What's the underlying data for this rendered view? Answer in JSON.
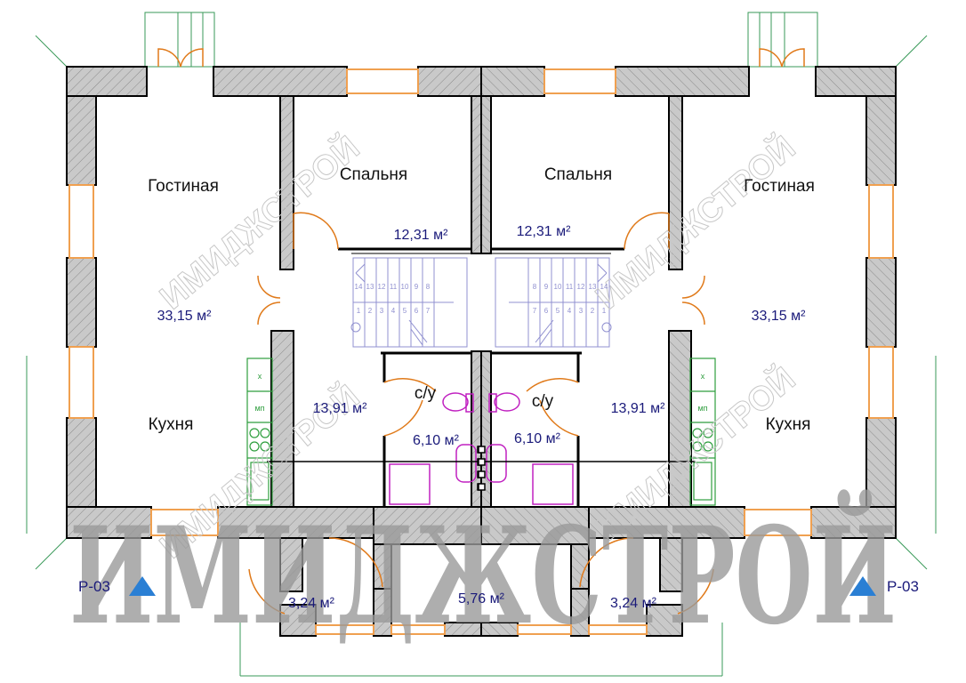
{
  "watermark": "ИМИДЖСТРОЙ",
  "rooms": {
    "left": {
      "living": {
        "name": "Гостиная",
        "area": "33,15 м²"
      },
      "bedroom": {
        "name": "Спальня",
        "area": "12,31 м²"
      },
      "kitchen": {
        "name": "Кухня"
      },
      "hall_area": "13,91 м²",
      "bath": {
        "name": "с/у",
        "area": "6,10 м²"
      },
      "vestibule_area": "3,24 м²",
      "section_mark": "Р-03"
    },
    "right": {
      "living": {
        "name": "Гостиная",
        "area": "33,15 м²"
      },
      "bedroom": {
        "name": "Спальня",
        "area": "12,31 м²"
      },
      "kitchen": {
        "name": "Кухня"
      },
      "hall_area": "13,91 м²",
      "bath": {
        "name": "с/у",
        "area": "6,10 м²"
      },
      "vestibule_area": "3,24 м²",
      "section_mark": "Р-03"
    },
    "porch_area": "5,76 м²"
  },
  "stairs": {
    "steps": [
      "1",
      "2",
      "3",
      "4",
      "5",
      "6",
      "7",
      "8",
      "9",
      "10",
      "11",
      "12",
      "13",
      "14"
    ]
  },
  "kitchen_labels": {
    "sink": "х",
    "dishwasher": "мп"
  },
  "colors": {
    "wall": "#c4c4c4",
    "door": "#e07a1a",
    "window": "#f0a050",
    "text_area": "#1a1a7a",
    "plumbing": "#c020c0",
    "furniture": "#2e9e3e",
    "stairs": "#9090d0",
    "section_marker": "#2a7fd4"
  }
}
